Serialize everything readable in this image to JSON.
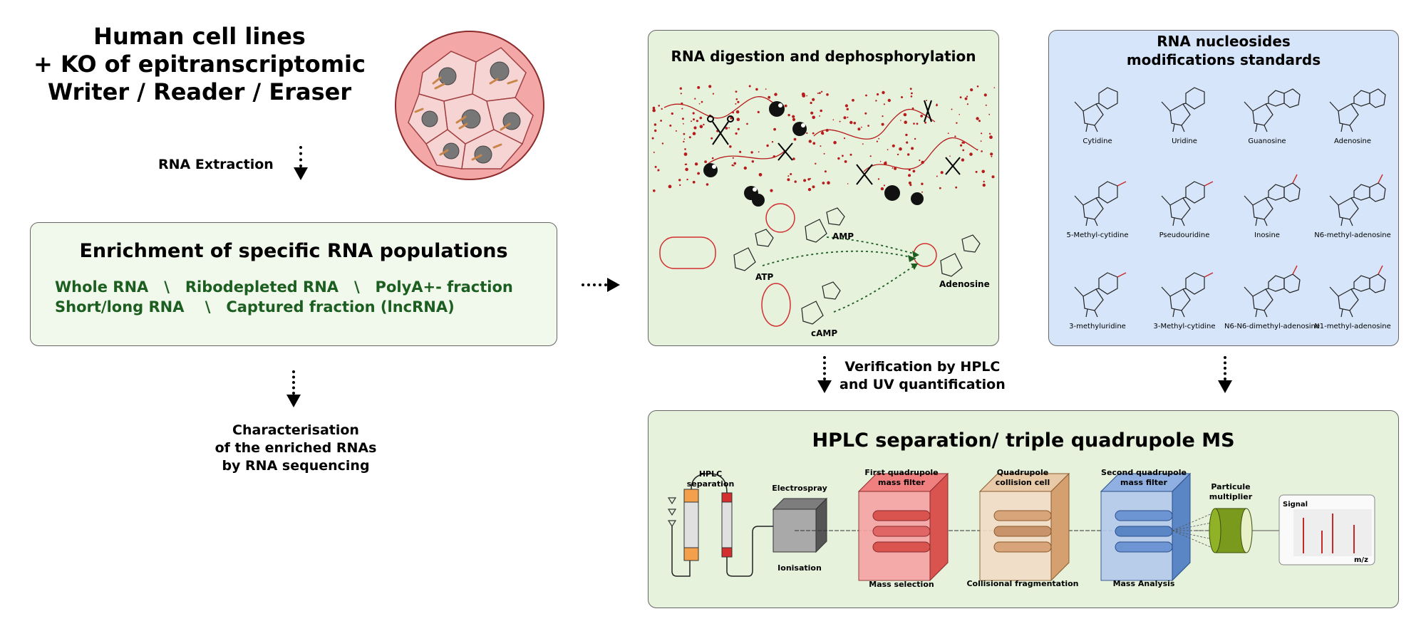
{
  "header": {
    "title_lines": [
      "Human cell lines",
      "+ KO of epitranscriptomic",
      "Writer / Reader / Eraser"
    ]
  },
  "left_flow": {
    "extraction_label": "RNA Extraction",
    "enrichment": {
      "title": "Enrichment of specific RNA populations",
      "line1": "Whole RNA   \\   Ribodepleted RNA   \\   PolyA+- fraction",
      "line2": "Short/long RNA    \\   Captured fraction (lncRNA)"
    },
    "characterisation_lines": [
      "Characterisation",
      "of the enriched RNAs",
      "by RNA sequencing"
    ]
  },
  "digestion": {
    "title": "RNA digestion and dephosphorylation",
    "molecules": {
      "amp": "AMP",
      "atp": "ATP",
      "camp": "cAMP",
      "adenosine": "Adenosine"
    }
  },
  "standards": {
    "title_lines": [
      "RNA nucleosides",
      "modifications standards"
    ],
    "nucleosides": [
      "Cytidine",
      "Uridine",
      "Guanosine",
      "Adenosine",
      "5-Methyl-cytidine",
      "Pseudouridine",
      "Inosine",
      "N6-methyl-adenosine",
      "3-methyluridine",
      "3-Methyl-cytidine",
      "N6-N6-dimethyl-adenosine",
      "N1-methyl-adenosine"
    ]
  },
  "verification_lines": [
    "Verification by HPLC",
    "and UV quantification"
  ],
  "hplc_panel": {
    "title": "HPLC separation/ triple quadrupole MS",
    "stages": {
      "hplc_top": "HPLC\nseparation",
      "electrospray_top": "Electrospray",
      "electrospray_bottom": "Ionisation",
      "q1_top": "First quadrupole\nmass filter",
      "q1_bottom": "Mass selection",
      "q2_top": "Quadrupole\ncollision cell",
      "q2_bottom": "Collisional fragmentation",
      "q3_top": "Second quadrupole\nmass filter",
      "q3_bottom": "Mass Analysis",
      "detector_top": "Particule\nmultiplier",
      "signal_label": "Signal",
      "mz_label": "m/z"
    }
  },
  "colors": {
    "panel_green": "#e6f2dc",
    "panel_blue": "#d6e5f9",
    "enrichment_text": "#1b5e20",
    "modification_red": "#c62828",
    "q1_red": "#e57373",
    "q2_tan": "#e0b896",
    "q3_blue": "#7ea4d8",
    "detector_olive": "#7a9a1e"
  }
}
